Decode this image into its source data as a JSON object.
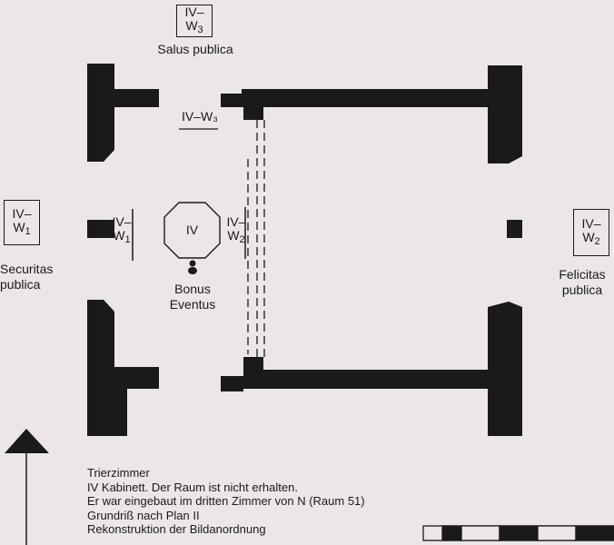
{
  "panels": {
    "top": {
      "code": "IV–",
      "base": "W",
      "num": "3",
      "caption": "Salus publica"
    },
    "left": {
      "code": "IV–",
      "base": "W",
      "num": "1",
      "caption_line1": "Securitas",
      "caption_line2": "publica"
    },
    "right": {
      "code": "IV–",
      "base": "W",
      "num": "2",
      "caption_line1": "Felicitas",
      "caption_line2": "publica"
    }
  },
  "wall_labels": {
    "top": "IV–W₃",
    "left_line1": "IV–",
    "left_base": "W",
    "left_num": "1",
    "center_line1": "IV–",
    "center_base": "W",
    "center_num": "2"
  },
  "octagon": {
    "label": "IV"
  },
  "bonus": {
    "line1": "Bonus",
    "line2": "Eventus"
  },
  "caption": [
    "Trierzimmer",
    "IV Kabinett. Der Raum ist nicht erhalten.",
    "Er war eingebaut im dritten Zimmer von N (Raum 51)",
    "Grundriß nach Plan II",
    "Rekonstruktion der Bildanordnung"
  ],
  "colors": {
    "ink": "#1a1a1a",
    "paper": "#ece6e8"
  }
}
